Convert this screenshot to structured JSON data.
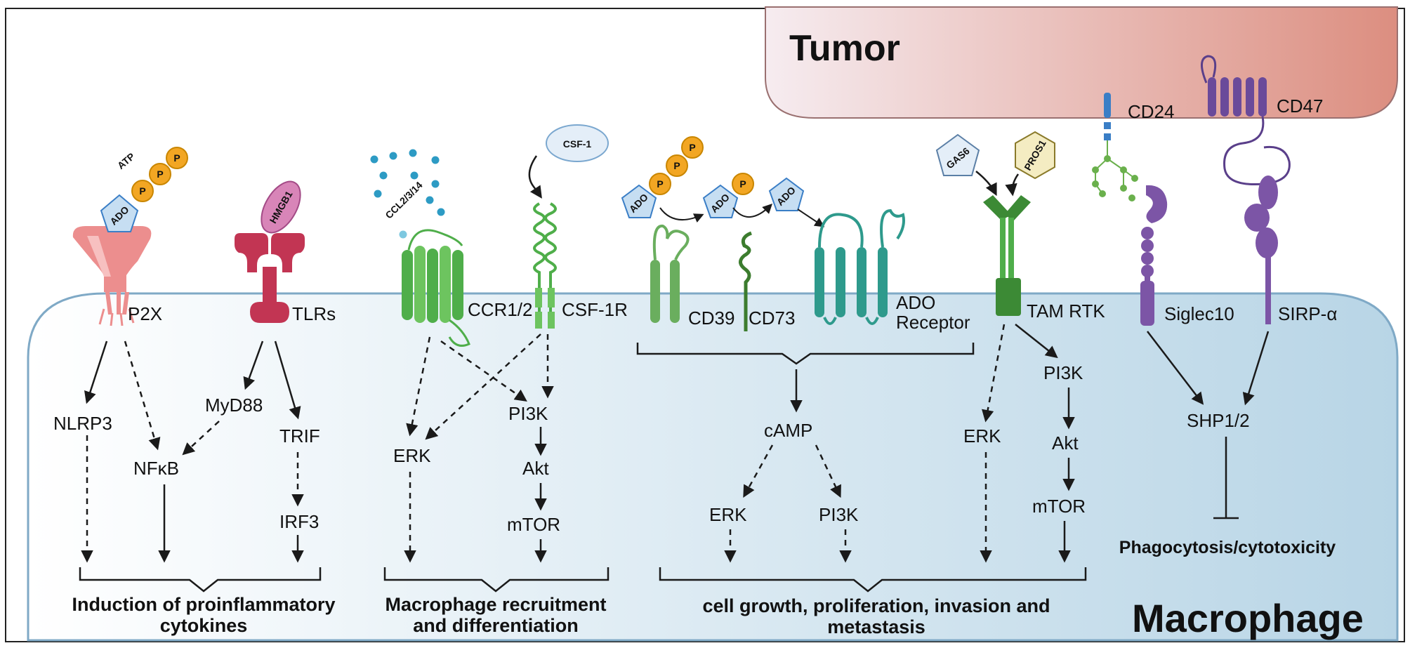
{
  "regions": {
    "tumor": "Tumor",
    "macrophage": "Macrophage"
  },
  "ligands": {
    "atp": "ATP",
    "ado": "ADO",
    "p": "P",
    "hmgb1": "HMGB1",
    "ccl": "CCL2/3/14",
    "csf1": "CSF-1",
    "gas6": "GAS6",
    "pros1": "PROS1"
  },
  "receptors": {
    "p2x": "P2X",
    "tlrs": "TLRs",
    "ccr": "CCR1/2",
    "csf1r": "CSF-1R",
    "cd39": "CD39",
    "cd73": "CD73",
    "ado_receptor_1": "ADO",
    "ado_receptor_2": "Receptor",
    "tam": "TAM RTK",
    "cd24": "CD24",
    "cd47": "CD47",
    "siglec10": "Siglec10",
    "sirpa": "SIRP-α"
  },
  "signals": {
    "nlrp3": "NLRP3",
    "nfkb": "NFκB",
    "myd88": "MyD88",
    "trif": "TRIF",
    "irf3": "IRF3",
    "erk": "ERK",
    "pi3k": "PI3K",
    "akt": "Akt",
    "mtor": "mTOR",
    "camp": "cAMP",
    "shp": "SHP1/2"
  },
  "outcomes": {
    "proinflam_1": "Induction of proinflammatory",
    "proinflam_2": "cytokines",
    "recruit_1": "Macrophage recruitment",
    "recruit_2": "and differentiation",
    "growth_1": "cell growth, proliferation, invasion and",
    "growth_2": "metastasis",
    "phago": "Phagocytosis/cytotoxicity"
  },
  "colors": {
    "p2x": "#ec8e8e",
    "tlr": "#c23553",
    "green": "#5aa84c",
    "teal": "#2e9a8c",
    "tam": "#3c8a35",
    "purple": "#7c55a6",
    "blue": "#3a7ec6",
    "orange": "#f2a623"
  }
}
